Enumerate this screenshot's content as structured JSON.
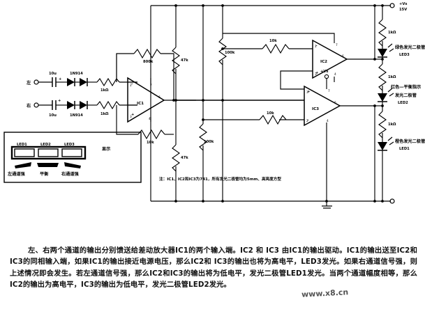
{
  "document": {
    "type": "schematic-with-caption",
    "language": "zh-CN"
  },
  "circuit": {
    "title_note": "注：IC1、IC2和IC3为741，所有发光二极管均为5mm、高亮度方型",
    "inputs": [
      {
        "name": "左",
        "cap": "10u",
        "diode": "1N914",
        "res": "1kΩ"
      },
      {
        "name": "右",
        "cap": "10u",
        "diode": "1N914",
        "res": "1kΩ"
      }
    ],
    "opamps": [
      {
        "id": "IC1",
        "pins": [
          "2",
          "3",
          "6",
          "7",
          "4"
        ]
      },
      {
        "id": "IC2",
        "pins": [
          "2",
          "3",
          "6",
          "7",
          "4"
        ]
      },
      {
        "id": "IC3",
        "pins": [
          "2",
          "3",
          "6",
          "7",
          "4"
        ]
      }
    ],
    "resistors": [
      {
        "ref": "Rf1",
        "value": "800k"
      },
      {
        "ref": "Rf2",
        "value": "10k"
      },
      {
        "ref": "Rd1",
        "value": "47k"
      },
      {
        "ref": "Rd2",
        "value": "47k"
      },
      {
        "ref": "Rd3",
        "value": "100k"
      },
      {
        "ref": "Rd4",
        "value": "100k"
      },
      {
        "ref": "Rf3",
        "value": "10k"
      },
      {
        "ref": "Rf4",
        "value": "10k"
      },
      {
        "ref": "Rl3",
        "value": "1kΩ"
      },
      {
        "ref": "Rl2",
        "value": "1kΩ"
      },
      {
        "ref": "Rl1",
        "value": "1kΩ"
      }
    ],
    "supply": {
      "label": "+Vs",
      "value": "15V",
      "ic3_label": "+Vs"
    },
    "leds": [
      {
        "id": "LED3",
        "desc_line1": "绿色发光二极管",
        "desc_line2": "LED3"
      },
      {
        "id": "LED2",
        "desc_line0": "红色—平衡指示",
        "desc_line1": "发光二极管",
        "desc_line2": "LED2"
      },
      {
        "id": "LED1",
        "desc_line1": "橙色发光二极管",
        "desc_line2": "LED1"
      }
    ]
  },
  "indicator_panel": {
    "caption": "显示",
    "leds": [
      "LED1",
      "LED2",
      "LED3"
    ],
    "states": [
      "左通道强",
      "平衡",
      "右通道强"
    ]
  },
  "caption": {
    "paragraph": "左、右两个通道的输出分别馈送给差动放大器IC1的两个输入端。IC2 和 IC3 由IC1的输出驱动。IC1的输出送至IC2和IC3的同相输入端，如果IC1的输出接近电源电压，那么IC2和 IC3的输出也将为高电平，LED3发光。如果右通道信号强，则上述情况即会发生。若左通道信号强，那么IC2和IC3的输出将为低电平，发光二极管LED1发光。当两个通道幅度相等，那么IC2的输出为高电平，IC3的输出为低电平，发光二极管LED2发光。"
  },
  "watermark": {
    "text": "www.x8.cn"
  }
}
